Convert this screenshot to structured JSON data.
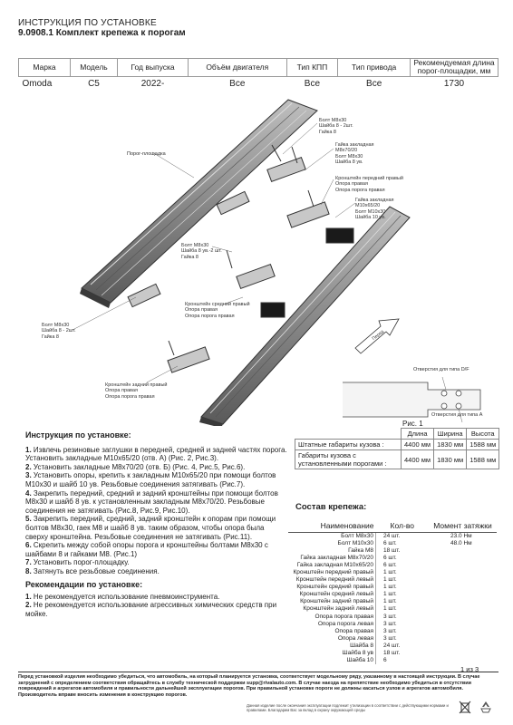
{
  "header": {
    "title": "ИНСТРУКЦИЯ ПО УСТАНОВКЕ",
    "subtitle": "9.0908.1 Комплект крепежа к порогам"
  },
  "spec_table": {
    "headers": [
      "Марка",
      "Модель",
      "Год выпуска",
      "Объём двигателя",
      "Тип КПП",
      "Тип привода",
      "Рекомендуемая длина порог-площадки, мм"
    ],
    "row": [
      "Omoda",
      "C5",
      "2022-",
      "Все",
      "Все",
      "Все",
      "1730"
    ]
  },
  "diagram_labels": {
    "step_board": "Порог-площадка",
    "bolt_top": "Болт М8х30\nШайба 8 - 2шт.\nГайка 8",
    "insert_nut": "Гайка закладная\nМ8х70/20\nБолт М8х30\nШайба 8 ув.",
    "front_right": "Кронштейн передний правый\nОпора правая\nОпора порога правая",
    "insert_nut2": "Гайка закладная\nМ10х65/20\nБолт М10х30\nШайба 10 ув.",
    "bolt_mid": "Болт М8х30\nШайба 8 ув.-2 шт.\nГайка 8",
    "middle_right": "Кронштейн средний правый\nОпора правая\nОпора порога правая",
    "bolt_left": "Болт М8х30\nШайба 8 - 2шт.\nГайка 8",
    "rear_right": "Кронштейн задний правый\nОпора правая\nОпора порога правая",
    "direction": "Перед",
    "holes_df": "Отверстия для типа D/F",
    "holes_a": "Отверстия для типа А",
    "figure": "Рис. 1"
  },
  "dims_table": {
    "headers": [
      "",
      "Длина",
      "Ширина",
      "Высота"
    ],
    "rows": [
      [
        "Штатные габариты кузова :",
        "4400 мм",
        "1830 мм",
        "1588 мм"
      ],
      [
        "Габариты кузова с установленными порогами :",
        "4400 мм",
        "1830 мм",
        "1588 мм"
      ]
    ]
  },
  "instructions": {
    "title": "Инструкция по установке:",
    "steps": [
      {
        "n": "1.",
        "text": " Извлечь резиновые заглушки в передней, средней и задней частях порога. Установить закладные М10х65/20 (отв. А) (Рис. 2, Рис.3)."
      },
      {
        "n": "2.",
        "text": " Установить закладные М8х70/20 (отв. Б) (Рис. 4, Рис.5, Рис.6)."
      },
      {
        "n": "3.",
        "text": " Установить опоры, крепить к закладным М10х65/20 при помощи болтов М10х30 и шайб 10 ув. Резьбовые соединения затягивать (Рис.7)."
      },
      {
        "n": "4.",
        "text": " Закрепить передний, средний и задний кронштейны при помощи болтов М8х30 и шайб 8 ув. к установленным закладным М8х70/20. Резьбовые соединения не затягивать (Рис.8, Рис.9, Рис.10)."
      },
      {
        "n": "5.",
        "text": " Закрепить передний, средний, задний кронштейн к опорам при помощи болтов М8х30, гаек М8 и шайб 8 ув. таким образом, чтобы опора была сверху кронштейна. Резьбовые соединения не затягивать (Рис.11)."
      },
      {
        "n": "6.",
        "text": " Скрепить между собой опоры порога и кронштейны болтами М8х30 с шайбами 8 и гайками М8. (Рис.1)"
      },
      {
        "n": "7.",
        "text": " Установить порог-площадку."
      },
      {
        "n": "8.",
        "text": " Затянуть все резьбовые соединения."
      }
    ]
  },
  "recommendations": {
    "title": "Рекомендации по установке:",
    "items": [
      {
        "n": "1.",
        "text": " Не рекомендуется использование пневмоинструмента."
      },
      {
        "n": "2.",
        "text": " Не рекомендуется использование агрессивных химических средств при мойке."
      }
    ]
  },
  "components": {
    "title": "Состав крепежа:",
    "headers": [
      "Наименование",
      "Кол-во",
      "Момент затяжки"
    ],
    "rows": [
      [
        "Болт М8х30",
        "24 шт.",
        "23.0 Нм"
      ],
      [
        "Болт М10х30",
        "6 шт.",
        "48.0 Нм"
      ],
      [
        "Гайка М8",
        "18 шт.",
        ""
      ],
      [
        "Гайка закладная М8х70/20",
        "6 шт.",
        ""
      ],
      [
        "Гайка закладная М10х65/20",
        "6 шт.",
        ""
      ],
      [
        "Кронштейн передний правый",
        "1 шт.",
        ""
      ],
      [
        "Кронштейн передний левый",
        "1 шт.",
        ""
      ],
      [
        "Кронштейн средний правый",
        "1 шт.",
        ""
      ],
      [
        "Кронштейн средний левый",
        "1 шт.",
        ""
      ],
      [
        "Кронштейн задний правый",
        "1 шт.",
        ""
      ],
      [
        "Кронштейн задний левый",
        "1 шт.",
        ""
      ],
      [
        "Опора порога правая",
        "3 шт.",
        ""
      ],
      [
        "Опора порога левая",
        "3 шт.",
        ""
      ],
      [
        "Опора правая",
        "3 шт.",
        ""
      ],
      [
        "Опора левая",
        "3 шт.",
        ""
      ],
      [
        "Шайба 8",
        "24 шт.",
        ""
      ],
      [
        "Шайба 8 ув",
        "18 шт.",
        ""
      ],
      [
        "Шайба 10",
        "6",
        ""
      ]
    ]
  },
  "page_number": "1 из 3",
  "footer": {
    "notice": "Перед установкой изделия необходимо убедиться, что автомобиль, на который планируется установка, соответствует модельному ряду, указанному в настоящей инструкции. В случае затруднений с определением соответствия обращайтесь в службу технической поддержки supp@rivalauto.com. В случае наезда на препятствие необходимо убедиться в отсутствии повреждений и агрегатов автомобиля и правильности дальнейшей эксплуатации порогов. При правильной установке пороги не должны касаться узлов и агрегатов автомобиля. Производитель вправе вносить изменения в конструкцию порогов.",
    "legal": "Данная изделие после окончания эксплуатации подлежит утилизации в соответствии с действующими нормами и правилами. Благодарим Вас за вклад в охрану окружающей среды"
  }
}
